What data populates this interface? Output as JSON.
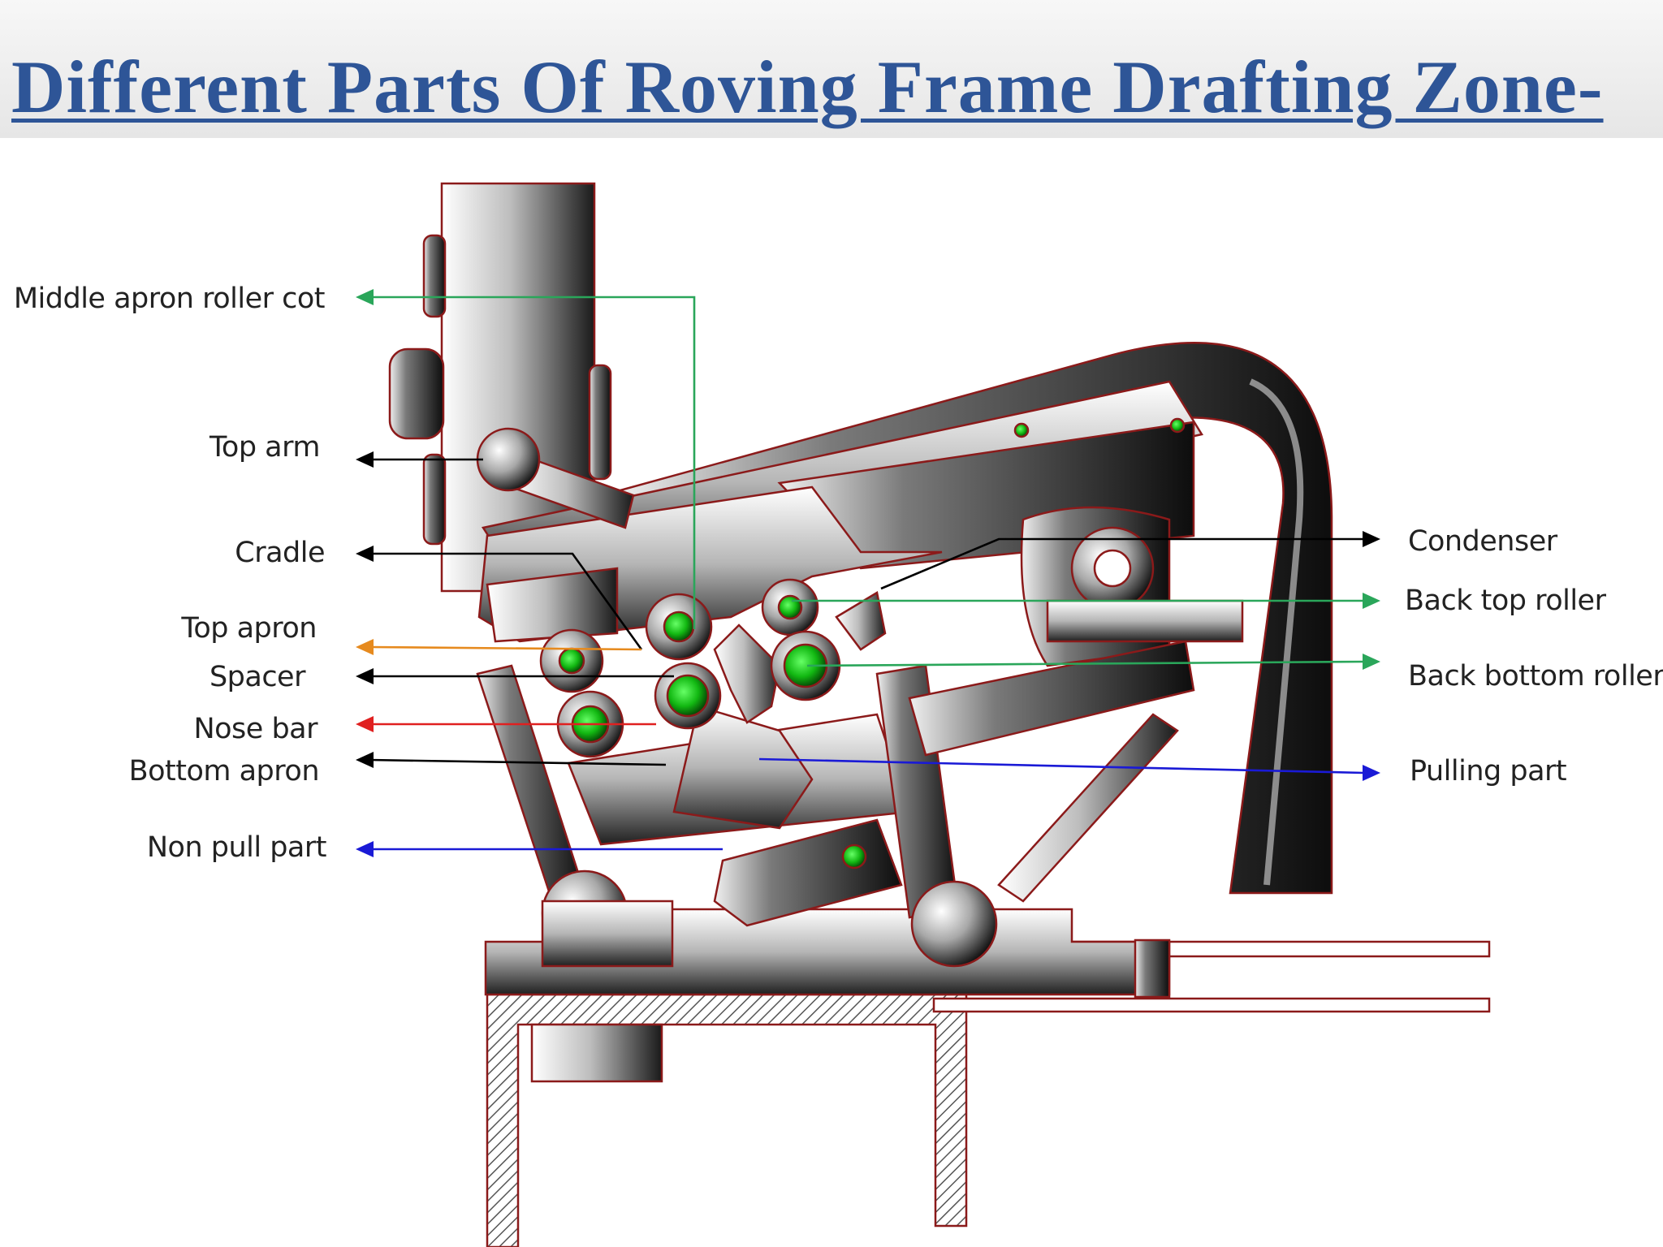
{
  "title": "Different Parts Of Roving Frame Drafting Zone-",
  "labels_left": [
    {
      "id": "middle-apron-roller-cot",
      "text": "Middle apron roller cot",
      "color": "#2aa65a"
    },
    {
      "id": "top-arm",
      "text": "Top arm",
      "color": "#000000"
    },
    {
      "id": "cradle",
      "text": "Cradle",
      "color": "#000000"
    },
    {
      "id": "top-apron",
      "text": "Top apron",
      "color": "#e68a1e"
    },
    {
      "id": "spacer",
      "text": "Spacer",
      "color": "#000000"
    },
    {
      "id": "nose-bar",
      "text": "Nose bar",
      "color": "#e02020"
    },
    {
      "id": "bottom-apron",
      "text": "Bottom apron",
      "color": "#000000"
    },
    {
      "id": "non-pull-part",
      "text": "Non pull part",
      "color": "#1a1ad6"
    }
  ],
  "labels_right": [
    {
      "id": "condenser",
      "text": "Condenser",
      "color": "#000000"
    },
    {
      "id": "back-top-roller",
      "text": "Back top roller",
      "color": "#2aa65a"
    },
    {
      "id": "back-bottom-roller",
      "text": "Back bottom roller",
      "color": "#2aa65a"
    },
    {
      "id": "pulling-part",
      "text": "Pulling part",
      "color": "#1a1ad6"
    }
  ],
  "colors": {
    "title": "#2e5597",
    "outline": "#8b1a1a",
    "roller_core": "#1ec81e"
  }
}
